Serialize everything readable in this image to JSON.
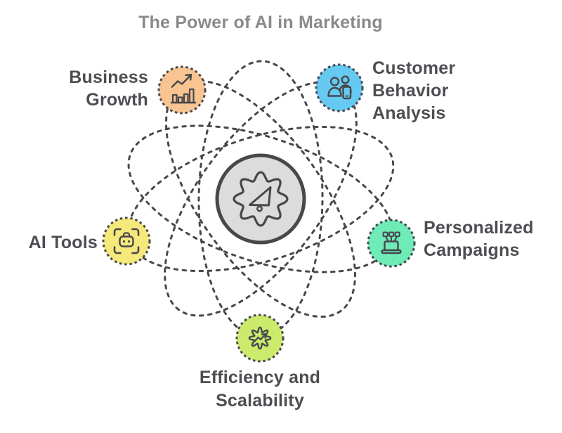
{
  "title": "The Power of AI in Marketing",
  "colors": {
    "title_text": "#8a8a8e",
    "label_text": "#4d4d52",
    "line_stroke": "#47474c",
    "center_fill": "#dcdcdc"
  },
  "center": {
    "icon": "gear-megaphone-icon"
  },
  "nodes": [
    {
      "id": "business-growth",
      "label": "Business\nGrowth",
      "color": "#f8c491",
      "icon": "bar-chart-growth-icon"
    },
    {
      "id": "customer-behavior-analysis",
      "label": "Customer\nBehavior\nAnalysis",
      "color": "#66c9f1",
      "icon": "users-mobile-icon"
    },
    {
      "id": "ai-tools",
      "label": "AI Tools",
      "color": "#f6e97c",
      "icon": "robot-scan-icon"
    },
    {
      "id": "personalized-campaigns",
      "label": "Personalized\nCampaigns",
      "color": "#6febb8",
      "icon": "laptop-audience-icon"
    },
    {
      "id": "efficiency-scalability",
      "label": "Efficiency and\nScalability",
      "color": "#cceb6d",
      "icon": "gear-trend-icon"
    }
  ]
}
